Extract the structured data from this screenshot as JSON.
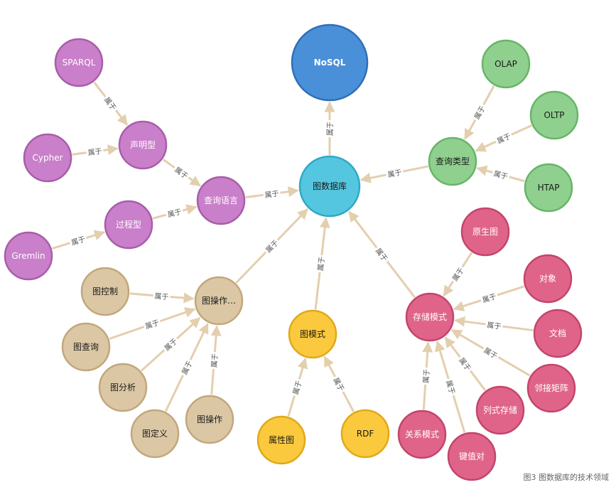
{
  "graph": {
    "edge_label": "属于",
    "nodes": [
      {
        "id": "nosql",
        "label": "NoSQL",
        "group": "blue"
      },
      {
        "id": "graphdb",
        "label": "图数据库",
        "group": "cyan"
      },
      {
        "id": "query_lang",
        "label": "查询语言",
        "group": "purple"
      },
      {
        "id": "declarative",
        "label": "声明型",
        "group": "purple"
      },
      {
        "id": "procedural",
        "label": "过程型",
        "group": "purple"
      },
      {
        "id": "sparql",
        "label": "SPARQL",
        "group": "purple"
      },
      {
        "id": "cypher",
        "label": "Cypher",
        "group": "purple"
      },
      {
        "id": "gremlin",
        "label": "Gremlin",
        "group": "purple"
      },
      {
        "id": "query_type",
        "label": "查询类型",
        "group": "green"
      },
      {
        "id": "olap",
        "label": "OLAP",
        "group": "green"
      },
      {
        "id": "oltp",
        "label": "OLTP",
        "group": "green"
      },
      {
        "id": "htap",
        "label": "HTAP",
        "group": "green"
      },
      {
        "id": "graph_ops",
        "label": "图操作…",
        "group": "tan"
      },
      {
        "id": "graph_ctrl",
        "label": "图控制",
        "group": "tan"
      },
      {
        "id": "graph_query",
        "label": "图查询",
        "group": "tan"
      },
      {
        "id": "graph_analysis",
        "label": "图分析",
        "group": "tan"
      },
      {
        "id": "graph_def",
        "label": "图定义",
        "group": "tan"
      },
      {
        "id": "graph_op",
        "label": "图操作",
        "group": "tan"
      },
      {
        "id": "graph_model",
        "label": "图模式",
        "group": "yellow"
      },
      {
        "id": "prop_graph",
        "label": "属性图",
        "group": "yellow"
      },
      {
        "id": "rdf",
        "label": "RDF",
        "group": "yellow"
      },
      {
        "id": "storage",
        "label": "存储模式",
        "group": "pink"
      },
      {
        "id": "native",
        "label": "原生图",
        "group": "pink"
      },
      {
        "id": "object",
        "label": "对象",
        "group": "pink"
      },
      {
        "id": "document",
        "label": "文档",
        "group": "pink"
      },
      {
        "id": "adjacency",
        "label": "邻接矩阵",
        "group": "pink"
      },
      {
        "id": "column",
        "label": "列式存储",
        "group": "pink"
      },
      {
        "id": "kv",
        "label": "键值对",
        "group": "pink"
      },
      {
        "id": "relational",
        "label": "关系模式",
        "group": "pink"
      }
    ],
    "edges": [
      {
        "from": "graphdb",
        "to": "nosql"
      },
      {
        "from": "query_lang",
        "to": "graphdb"
      },
      {
        "from": "declarative",
        "to": "query_lang"
      },
      {
        "from": "procedural",
        "to": "query_lang"
      },
      {
        "from": "sparql",
        "to": "declarative"
      },
      {
        "from": "cypher",
        "to": "declarative"
      },
      {
        "from": "gremlin",
        "to": "procedural"
      },
      {
        "from": "query_type",
        "to": "graphdb"
      },
      {
        "from": "olap",
        "to": "query_type"
      },
      {
        "from": "oltp",
        "to": "query_type"
      },
      {
        "from": "htap",
        "to": "query_type"
      },
      {
        "from": "graph_ops",
        "to": "graphdb"
      },
      {
        "from": "graph_ctrl",
        "to": "graph_ops"
      },
      {
        "from": "graph_query",
        "to": "graph_ops"
      },
      {
        "from": "graph_analysis",
        "to": "graph_ops"
      },
      {
        "from": "graph_def",
        "to": "graph_ops"
      },
      {
        "from": "graph_op",
        "to": "graph_ops"
      },
      {
        "from": "graph_model",
        "to": "graphdb"
      },
      {
        "from": "prop_graph",
        "to": "graph_model"
      },
      {
        "from": "rdf",
        "to": "graph_model"
      },
      {
        "from": "storage",
        "to": "graphdb"
      },
      {
        "from": "native",
        "to": "storage"
      },
      {
        "from": "object",
        "to": "storage"
      },
      {
        "from": "document",
        "to": "storage"
      },
      {
        "from": "adjacency",
        "to": "storage"
      },
      {
        "from": "column",
        "to": "storage"
      },
      {
        "from": "kv",
        "to": "storage"
      },
      {
        "from": "relational",
        "to": "storage"
      }
    ],
    "colors": {
      "blue": {
        "fill": "#4a90d9",
        "stroke": "#2f6fb8",
        "text": "#ffffff"
      },
      "cyan": {
        "fill": "#55c6e0",
        "stroke": "#2fa9c6",
        "text": "#1a1a1a"
      },
      "purple": {
        "fill": "#c97fc9",
        "stroke": "#a85ea8",
        "text": "#ffffff"
      },
      "green": {
        "fill": "#8fd08f",
        "stroke": "#68b568",
        "text": "#1a1a1a"
      },
      "tan": {
        "fill": "#dcc7a5",
        "stroke": "#c2a77d",
        "text": "#1a1a1a"
      },
      "yellow": {
        "fill": "#fbc93d",
        "stroke": "#e0a91a",
        "text": "#1a1a1a"
      },
      "pink": {
        "fill": "#e0648a",
        "stroke": "#c3456c",
        "text": "#ffffff"
      }
    }
  },
  "caption": "图3 图数据库的技术领域"
}
